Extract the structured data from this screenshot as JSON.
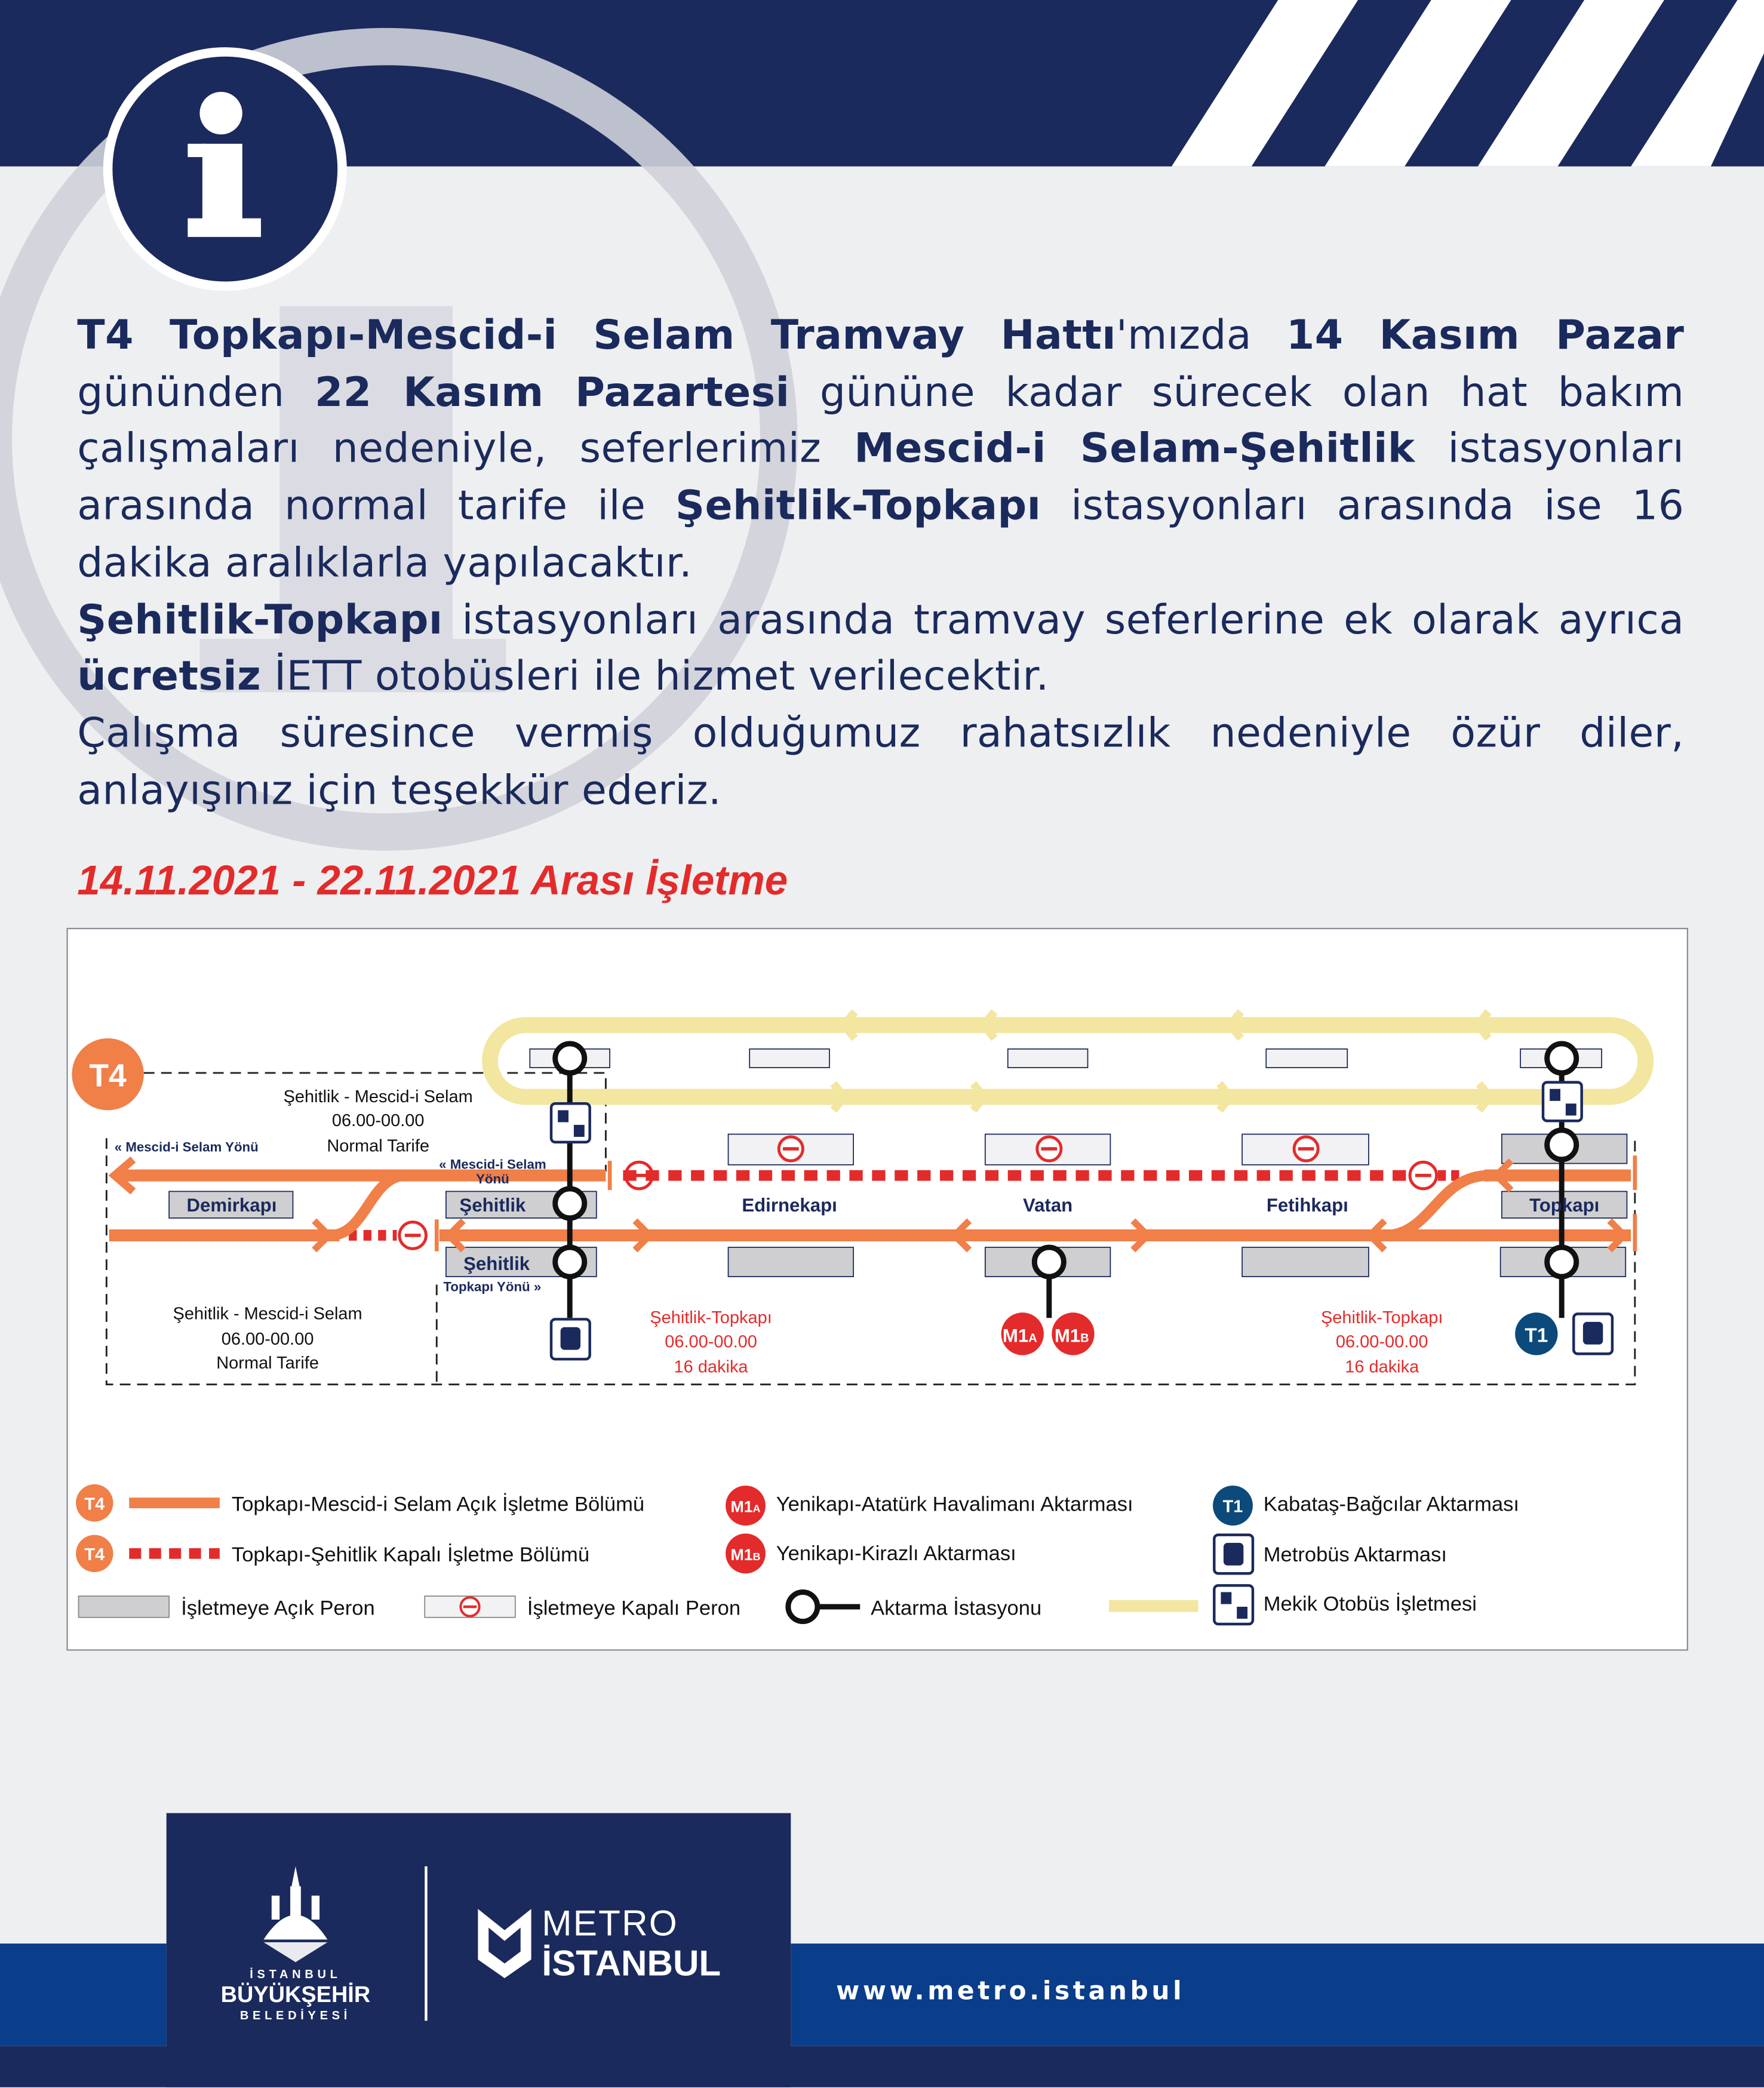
{
  "notice": {
    "paragraphs": [
      [
        {
          "t": "T4 Topkapı-Mescid-i Selam Tramvay Hattı",
          "b": true
        },
        {
          "t": "'mızda ",
          "b": false
        },
        {
          "t": "14 Kasım Pazar",
          "b": true
        },
        {
          "t": " gününden ",
          "b": false
        },
        {
          "t": "22 Kasım Pazartesi",
          "b": true
        },
        {
          "t": " gününe kadar sürecek olan hat bakım çalışmaları nedeniyle, seferlerimiz ",
          "b": false
        },
        {
          "t": "Mescid-i Selam-Şehitlik",
          "b": true
        },
        {
          "t": " istasyonları arasında normal tarife ile ",
          "b": false
        },
        {
          "t": "Şehitlik-Topkapı",
          "b": true
        },
        {
          "t": " istasyonları arasında ise 16 dakika aralıklarla yapılacaktır.",
          "b": false
        }
      ],
      [
        {
          "t": "Şehitlik-Topkapı",
          "b": true
        },
        {
          "t": " istasyonları arasında tramvay seferlerine ek olarak ayrıca ",
          "b": false
        },
        {
          "t": "ücretsiz",
          "b": true
        },
        {
          "t": " İETT otobüsleri ile hizmet verilecektir.",
          "b": false
        }
      ],
      [
        {
          "t": "Çalışma süresince vermiş olduğumuz rahatsızlık nedeniyle özür diler, anlayışınız için teşekkür ederiz.",
          "b": false
        }
      ]
    ],
    "heading": "14.11.2021 - 22.11.2021 Arası İşletme"
  },
  "map": {
    "line_badge": "T4",
    "stations": [
      "Demirkapı",
      "Şehitlik",
      "Edirnekapı",
      "Vatan",
      "Fetihkapı",
      "Topkapı"
    ],
    "sehitlik_lower": "Şehitlik",
    "dir_mescid": "« Mescid-i Selam Yönü",
    "dir_mescid_a": "« Mescid-i Selam",
    "dir_mescid_b": "Yönü",
    "dir_topkapi": "Topkapı Yönü »",
    "normal_block": {
      "route": "Şehitlik - Mescid-i Selam",
      "hours": "06.00-00.00",
      "tariff": "Normal Tarife"
    },
    "reduced_block": {
      "route": "Şehitlik-Topkapı",
      "hours": "06.00-00.00",
      "interval": "16 dakika"
    },
    "transfers": {
      "m1a": "M1",
      "m1a_sub": "A",
      "m1b": "M1",
      "m1b_sub": "B",
      "t1": "T1"
    }
  },
  "legend": {
    "open_section": "Topkapı-Mescid-i Selam Açık İşletme Bölümü",
    "closed_section": "Topkapı-Şehitlik Kapalı İşletme Bölümü",
    "m1a": "Yenikapı-Atatürk Havalimanı Aktarması",
    "m1b": "Yenikapı-Kirazlı Aktarması",
    "t1": "Kabataş-Bağcılar Aktarması",
    "metrobus": "Metrobüs Aktarması",
    "open_platform": "İşletmeye Açık Peron",
    "closed_platform": "İşletmeye Kapalı Peron",
    "transfer_station": "Aktarma İstasyonu",
    "shuttle": "Mekik Otobüs İşletmesi"
  },
  "footer": {
    "ibb_line1": "İSTANBUL",
    "ibb_line2": "BÜYÜKŞEHİR",
    "ibb_line3": "BELEDİYESİ",
    "metro_line1": "METRO",
    "metro_line2": "İSTANBUL",
    "url": "www.metro.istanbul"
  },
  "colors": {
    "navy": "#1b2a5c",
    "orange": "#f07f48",
    "red": "#e32b2b",
    "shuttle": "#f2e6a0",
    "blue": "#0a3d8a",
    "t1": "#0b4a7a"
  }
}
